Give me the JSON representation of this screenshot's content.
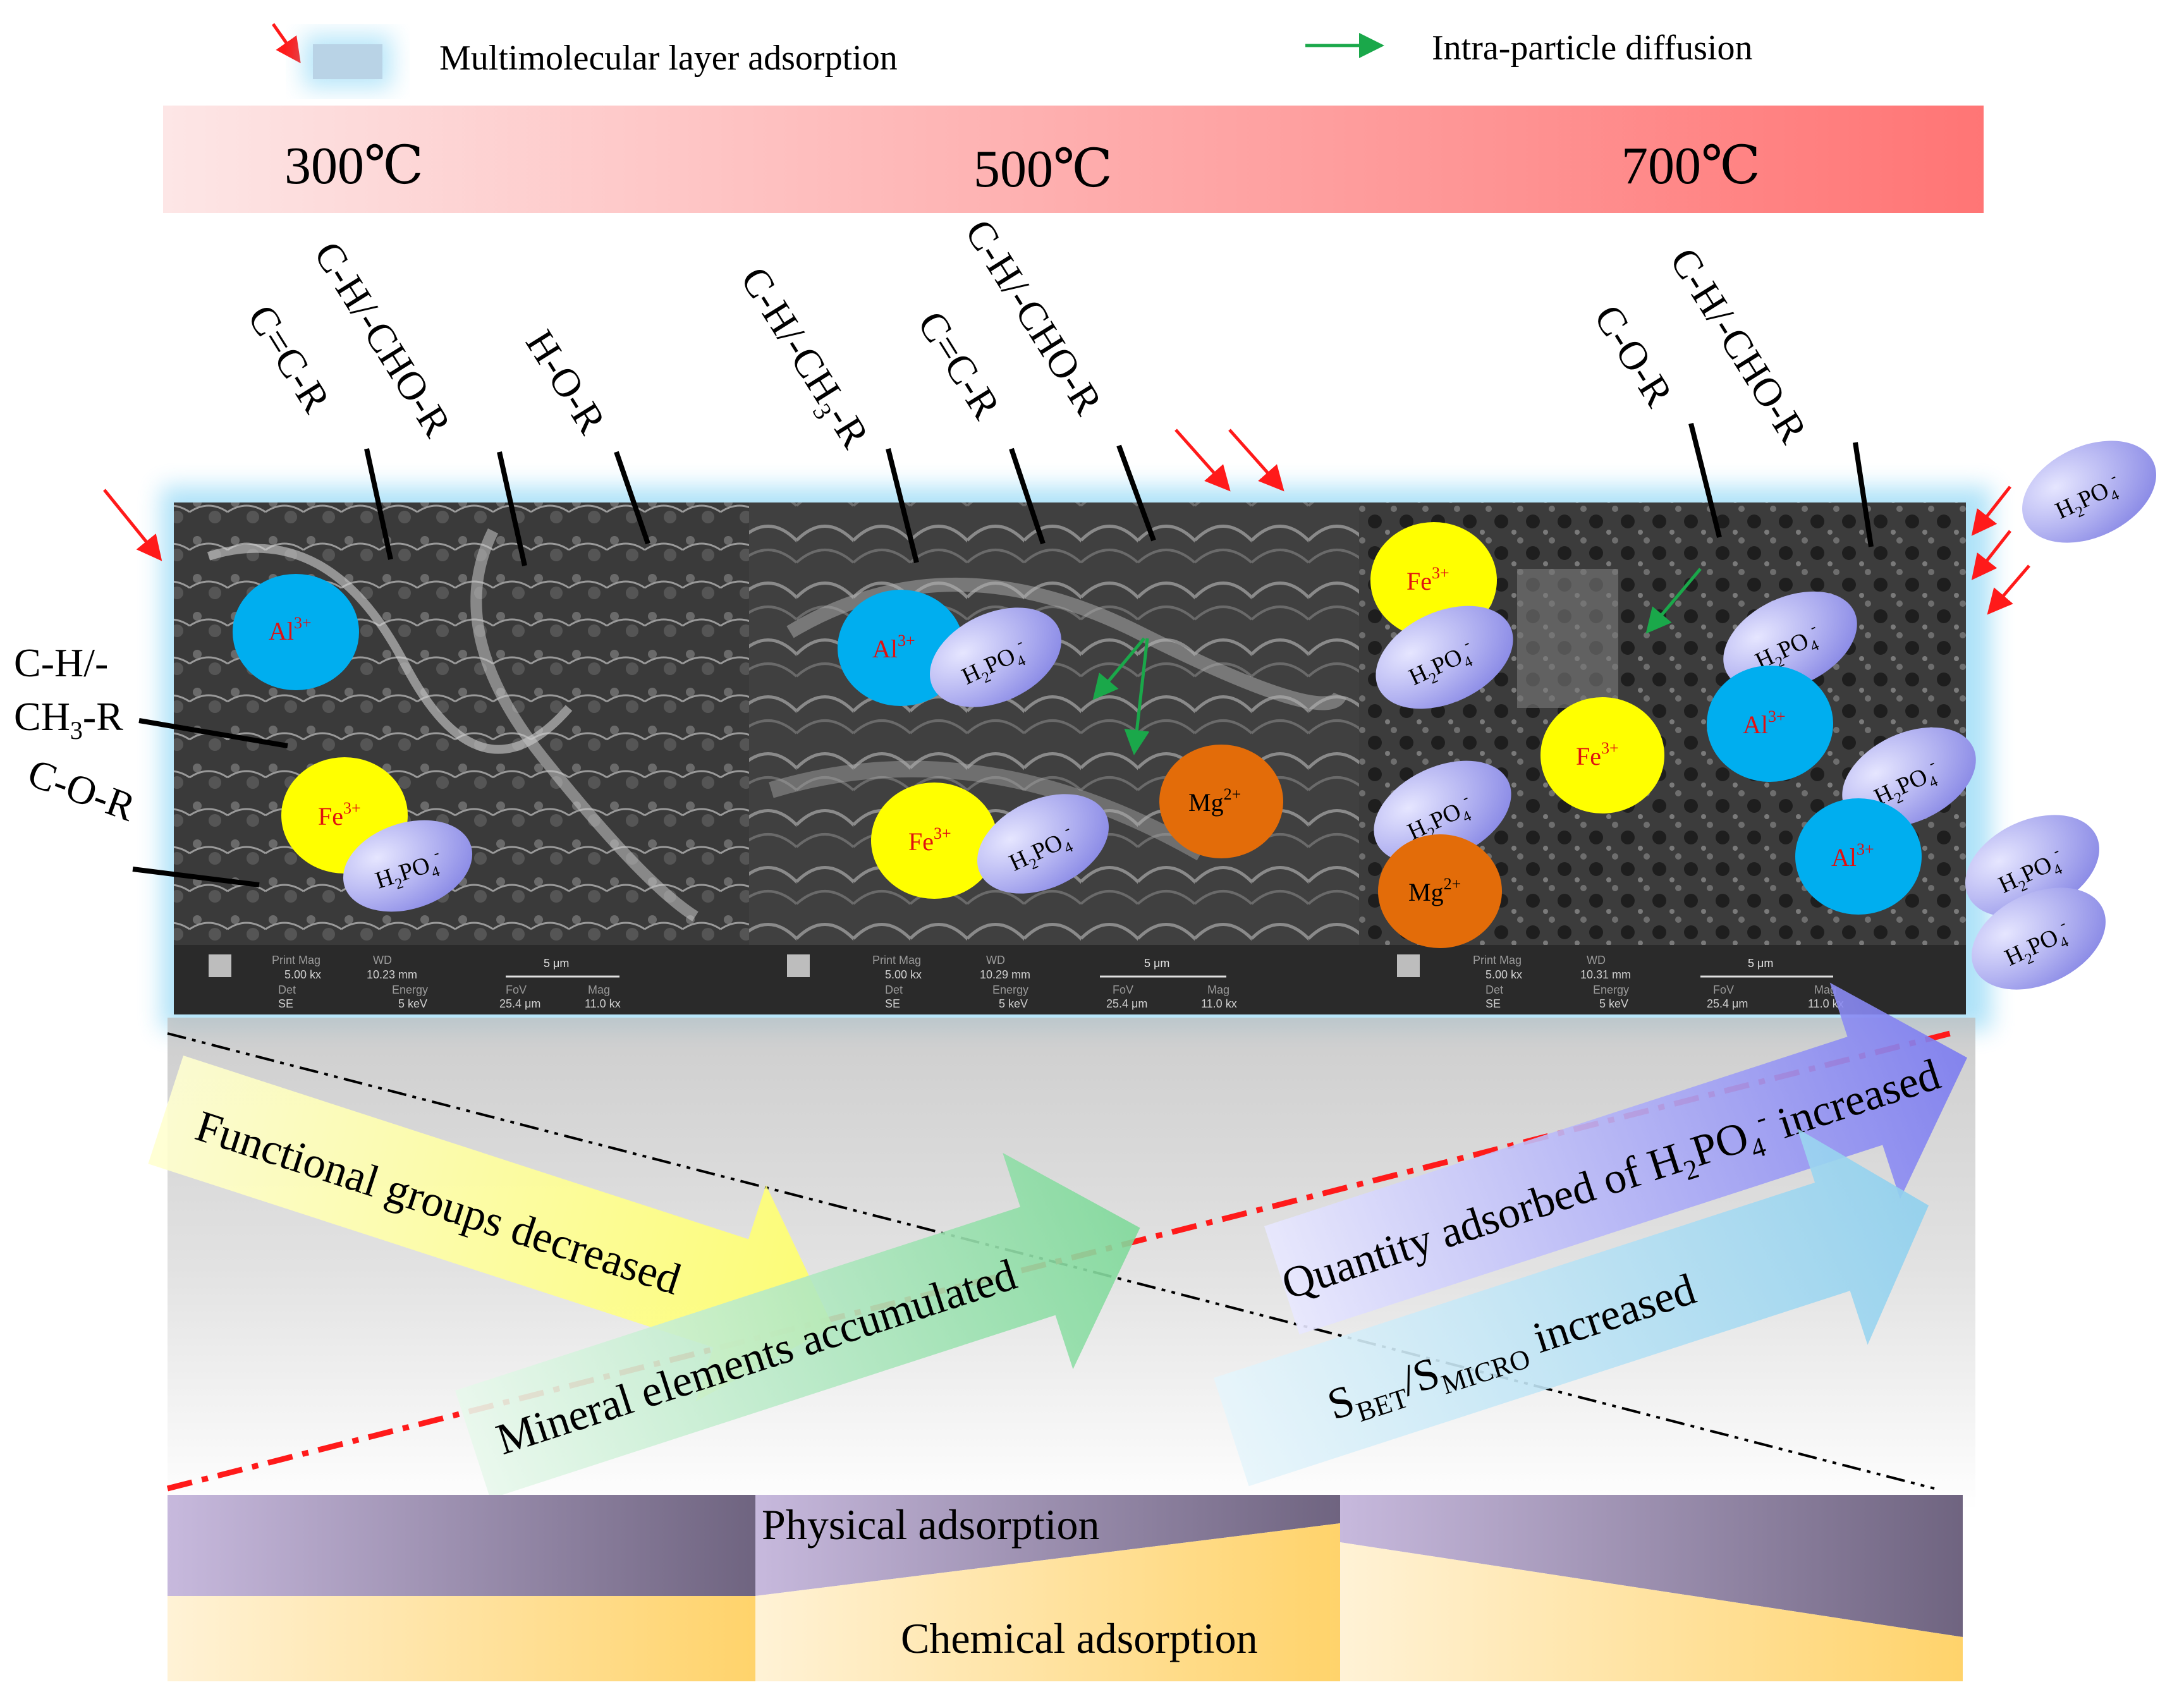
{
  "legend": {
    "multimolecular_label": "Multimolecular layer adsorption",
    "intraparticle_label": "Intra-particle diffusion",
    "red_arrow_color": "#ff1a1a",
    "green_arrow_color": "#1aa84a"
  },
  "temperature_bar": {
    "labels": [
      "300℃",
      "500℃",
      "700℃"
    ],
    "start_color": "#fde6e6",
    "end_color": "#ff7575"
  },
  "functional_group_labels": {
    "p1_ccr": "C=C-R",
    "p1_chchor": "C-H/-CHO-R",
    "p1_hor": "H-O-R",
    "p1_chch3_line1": "C-H/-",
    "p1_chch3_line2_main": "CH",
    "p1_chch3_line2_sub": "3",
    "p1_chch3_line2_tail": "-R",
    "p1_cor": "C-O-R",
    "p2_chch3_head": "C-H/-CH",
    "p2_chch3_sub": "3",
    "p2_chch3_tail": "-R",
    "p2_ccr": "C=C-R",
    "p2_chchor": "C-H/-CHO-R",
    "p3_cor": "C-O-R",
    "p3_chchor": "C-H/-CHO-R"
  },
  "ions": {
    "al_main": "Al",
    "al_sup": "3+",
    "fe_main": "Fe",
    "fe_sup": "3+",
    "mg_main": "Mg",
    "mg_sup": "2+",
    "phosphate_h": "H",
    "phosphate_sub": "2",
    "phosphate_po": "PO",
    "phosphate_sub2": "4",
    "phosphate_sup": "-",
    "al_color": "#00aeef",
    "fe_color": "#ffff00",
    "mg_color": "#e36c09",
    "phosphate_color": "#9f9ff0"
  },
  "sem_panels": [
    {
      "print_mag_label": "Print Mag",
      "wd_label": "WD",
      "det_label": "Det",
      "energy_label": "Energy",
      "fov_label": "FoV",
      "mag_label": "Mag",
      "print_mag": "5.00 kx",
      "wd": "10.23 mm",
      "det": "SE",
      "energy": "5 keV",
      "fov": "25.4 μm",
      "mag": "11.0 kx",
      "scale": "5 μm"
    },
    {
      "print_mag_label": "Print Mag",
      "wd_label": "WD",
      "det_label": "Det",
      "energy_label": "Energy",
      "fov_label": "FoV",
      "mag_label": "Mag",
      "print_mag": "5.00 kx",
      "wd": "10.29 mm",
      "det": "SE",
      "energy": "5 keV",
      "fov": "25.4 μm",
      "mag": "11.0 kx",
      "scale": "5 μm"
    },
    {
      "print_mag_label": "Print Mag",
      "wd_label": "WD",
      "det_label": "Det",
      "energy_label": "Energy",
      "fov_label": "FoV",
      "mag_label": "Mag",
      "print_mag": "5.00 kx",
      "wd": "10.31 mm",
      "det": "SE",
      "energy": "5 keV",
      "fov": "25.4 μm",
      "mag": "11.0 kx",
      "scale": "5 μm"
    }
  ],
  "trend_arrows": {
    "functional_groups": "Functional groups decreased",
    "mineral_elements": "Mineral elements accumulated",
    "quantity_adsorbed_head": "Quantity adsorbed of H",
    "quantity_adsorbed_sub": "2",
    "quantity_adsorbed_po": "PO",
    "quantity_adsorbed_sub2": "4",
    "quantity_adsorbed_sup": "-",
    "quantity_adsorbed_tail": " increased",
    "sbet_s": "S",
    "sbet_sub": "BET",
    "sbet_slash": "/S",
    "sbet_sub2": "MICRO",
    "sbet_tail": " increased",
    "functional_color": "#ffff66",
    "mineral_color": "#7fd99a",
    "quantity_color": "#7b7bf0",
    "sbet_color": "#8fd0ee"
  },
  "adsorption_bands": {
    "physical": "Physical adsorption",
    "chemical": "Chemical adsorption",
    "physical_color": "#6f6480",
    "chemical_color": "#ffd36b"
  }
}
